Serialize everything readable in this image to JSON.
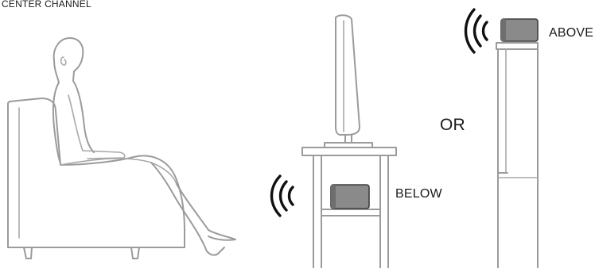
{
  "diagram": {
    "title": "CENTER CHANNEL",
    "labels": {
      "above": "ABOVE",
      "below": "BELOW",
      "or": "OR"
    },
    "colors": {
      "outline": "#9b9b9b",
      "speaker_fill": "#8a8a8a",
      "speaker_dark": "#6e6e6e",
      "wave": "#111111",
      "text": "#1a1a1a"
    },
    "icons": [
      "listener-figure",
      "armchair",
      "tv-set",
      "tv-stand",
      "tower-stand",
      "center-speaker",
      "sound-waves"
    ]
  }
}
